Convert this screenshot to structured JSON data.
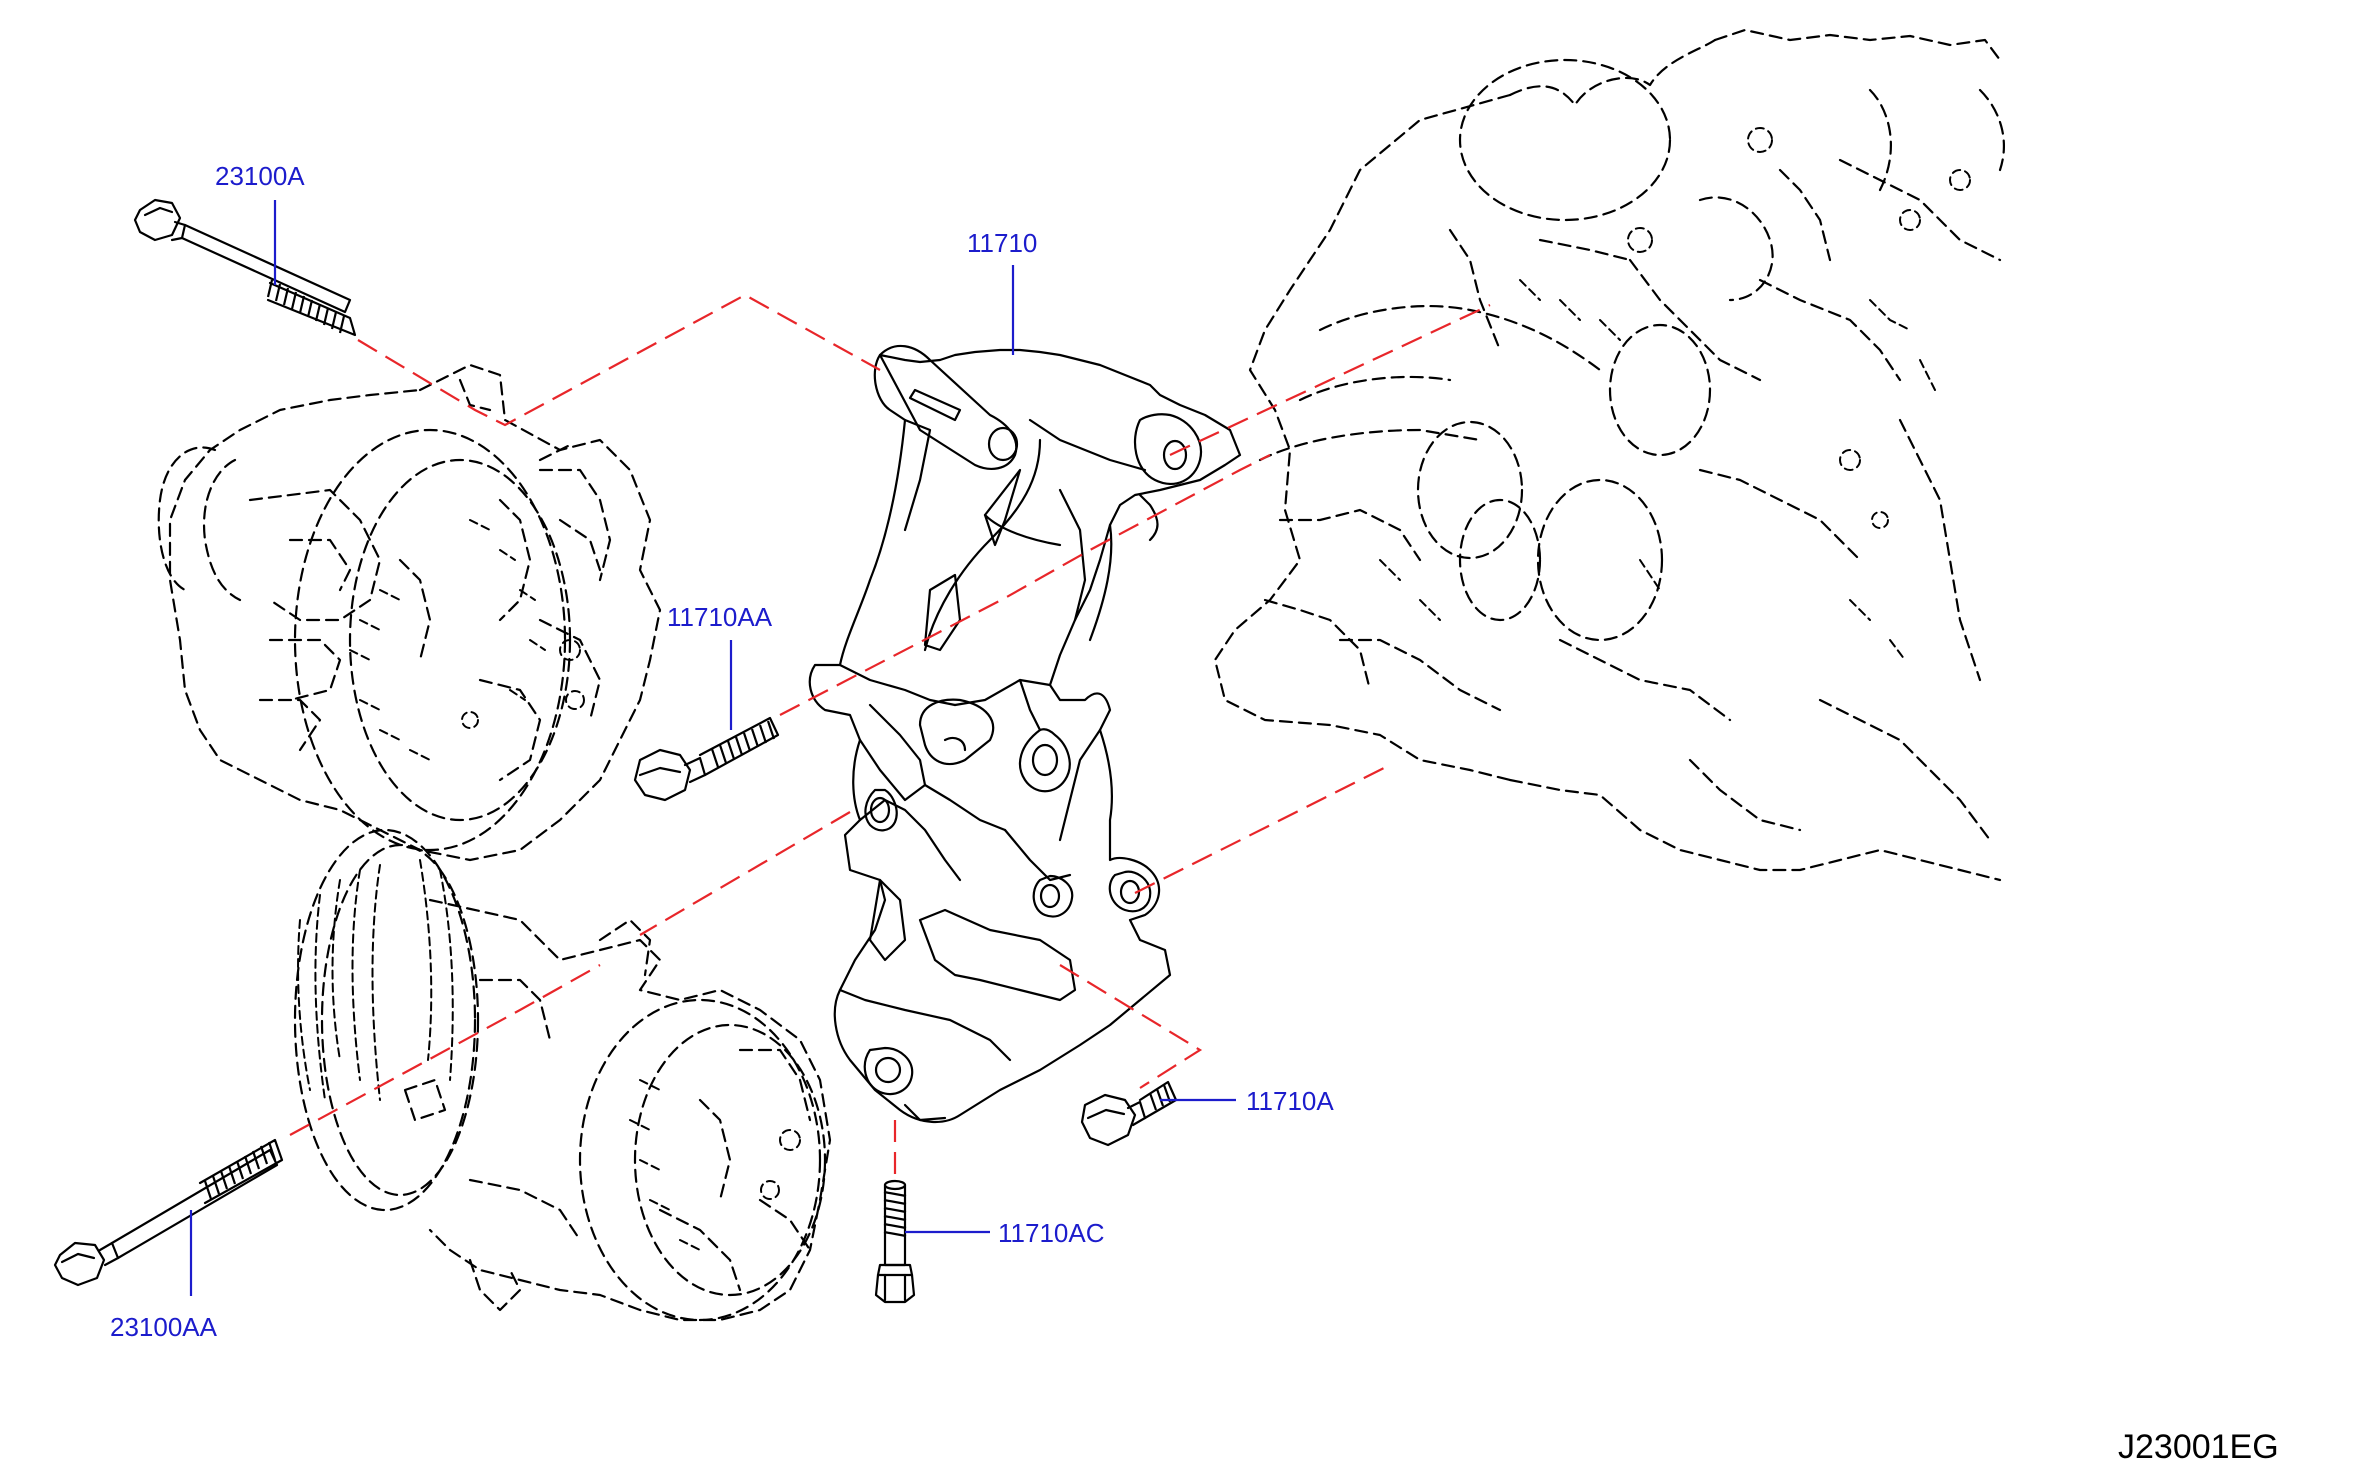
{
  "labels": {
    "bolt_top": "23100A",
    "bracket": "11710",
    "bolt_mid": "11710AA",
    "bolt_right": "11710A",
    "bolt_bottom": "11710AC",
    "bolt_long": "23100AA"
  },
  "figure_code": "J23001EG",
  "colors": {
    "label": "#1c1ccc",
    "guide_line": "#e8262a",
    "part_line": "#000000"
  }
}
